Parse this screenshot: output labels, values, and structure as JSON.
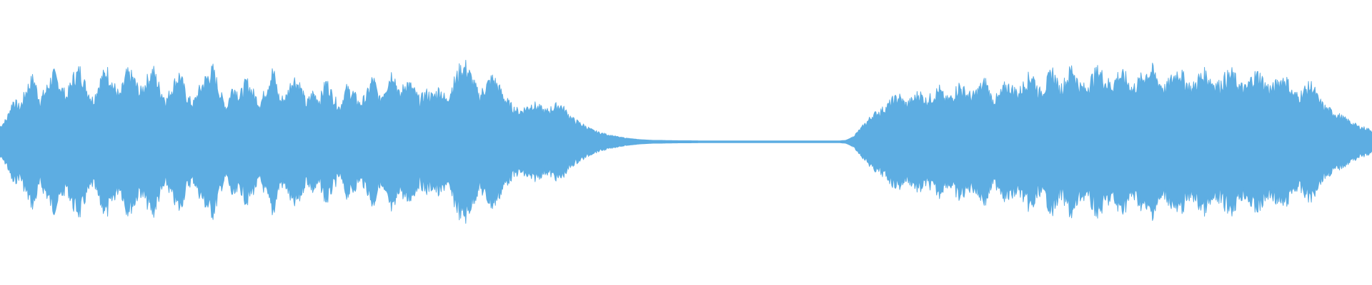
{
  "waveform": {
    "color": "#5dade2",
    "background": "#ffffff",
    "envelope": [
      0.2,
      0.3,
      0.55,
      0.45,
      0.7,
      0.85,
      0.55,
      0.7,
      0.9,
      0.75,
      0.6,
      0.85,
      0.95,
      0.7,
      0.55,
      0.8,
      0.95,
      0.75,
      0.6,
      0.9,
      0.85,
      0.65,
      0.8,
      0.95,
      0.7,
      0.55,
      0.75,
      0.9,
      0.6,
      0.5,
      0.7,
      0.85,
      0.95,
      0.65,
      0.45,
      0.75,
      0.6,
      0.8,
      0.65,
      0.5,
      0.7,
      0.95,
      0.55,
      0.6,
      0.85,
      0.75,
      0.5,
      0.65,
      0.55,
      0.8,
      0.6,
      0.45,
      0.7,
      0.65,
      0.5,
      0.6,
      0.85,
      0.55,
      0.75,
      0.95,
      0.6,
      0.8,
      0.7,
      0.55,
      0.65,
      0.6,
      0.7,
      0.55,
      0.75,
      0.95,
      1.0,
      0.8,
      0.6,
      0.75,
      0.85,
      0.7,
      0.55,
      0.45,
      0.4,
      0.45,
      0.5,
      0.45,
      0.4,
      0.45,
      0.5,
      0.4,
      0.3,
      0.25,
      0.2,
      0.15,
      0.12,
      0.1,
      0.08,
      0.06,
      0.05,
      0.04,
      0.03,
      0.025,
      0.02,
      0.02,
      0.018,
      0.016,
      0.015,
      0.015,
      0.014,
      0.013,
      0.013,
      0.012,
      0.012,
      0.012,
      0.012,
      0.012,
      0.012,
      0.012,
      0.012,
      0.012,
      0.012,
      0.012,
      0.012,
      0.012,
      0.012,
      0.012,
      0.012,
      0.012,
      0.012,
      0.012,
      0.012,
      0.02,
      0.06,
      0.15,
      0.25,
      0.35,
      0.4,
      0.45,
      0.55,
      0.6,
      0.5,
      0.55,
      0.65,
      0.55,
      0.6,
      0.7,
      0.55,
      0.6,
      0.75,
      0.65,
      0.6,
      0.7,
      0.8,
      0.55,
      0.6,
      0.75,
      0.7,
      0.65,
      0.8,
      0.9,
      0.65,
      0.75,
      0.95,
      0.7,
      0.8,
      1.0,
      0.75,
      0.7,
      0.85,
      0.95,
      0.8,
      0.75,
      0.9,
      0.85,
      0.7,
      0.8,
      0.9,
      0.95,
      0.8,
      0.7,
      0.85,
      0.95,
      0.8,
      0.7,
      0.85,
      0.9,
      0.8,
      0.75,
      0.85,
      0.9,
      0.75,
      0.7,
      0.85,
      0.9,
      0.75,
      0.7,
      0.8,
      0.85,
      0.65,
      0.6,
      0.7,
      0.75,
      0.55,
      0.45,
      0.4,
      0.35,
      0.3,
      0.25,
      0.2,
      0.18,
      0.15
    ]
  }
}
